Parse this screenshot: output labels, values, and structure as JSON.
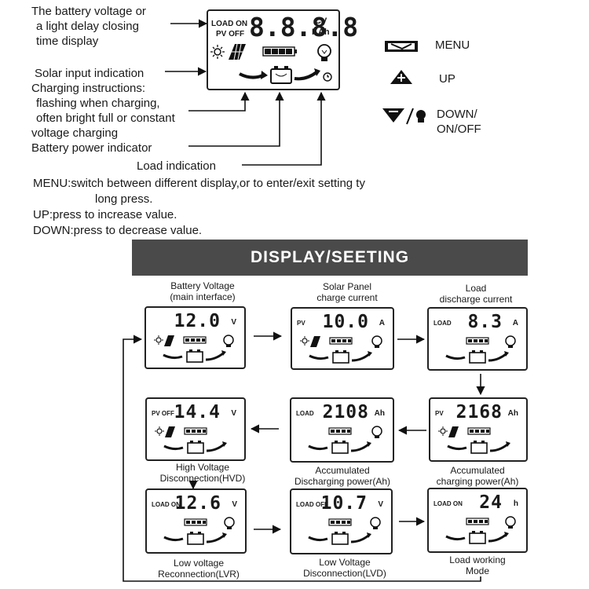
{
  "top_labels": {
    "battery_voltage_display": [
      "The battery voltage or",
      "a light delay closing",
      "time display"
    ],
    "solar_input": [
      "Solar input indication",
      "Charging instructions:",
      "flashing when charging,",
      "often bright full or constant",
      "voltage charging"
    ],
    "battery_power": "Battery power indicator",
    "load_indication": "Load indication"
  },
  "main_lcd": {
    "load_on": "LOAD ON",
    "pv_off": "PV OFF",
    "digits": "8.8.8.8",
    "cv": "CV",
    "kah": "KAh"
  },
  "buttons": [
    {
      "icon": "menu-key-icon",
      "label": "MENU"
    },
    {
      "icon": "up-key-icon",
      "label": "UP"
    },
    {
      "icon": "down-onoff-key-icon",
      "label": "DOWN/\nON/OFF"
    }
  ],
  "instructions": [
    "MENU:switch between different display,or to enter/exit setting ty",
    "long press.",
    "UP:press to increase value.",
    "DOWN:press to decrease value."
  ],
  "banner": "DISPLAY/SEETING",
  "screens": [
    {
      "caption": [
        "Battery Voltage",
        "(main interface)"
      ],
      "tag": "",
      "value": "12.0",
      "unit": "V"
    },
    {
      "caption": [
        "Solar Panel",
        "charge current"
      ],
      "tag": "PV",
      "value": "10.0",
      "unit": "A"
    },
    {
      "caption": [
        "Load",
        "discharge current"
      ],
      "tag": "LOAD",
      "value": "8.3",
      "unit": "A"
    },
    {
      "caption": [
        "Accumulated",
        "charging power(Ah)"
      ],
      "tag": "PV",
      "value": "2168",
      "unit": "Ah"
    },
    {
      "caption": [
        "Accumulated",
        "Discharging power(Ah)"
      ],
      "tag": "LOAD",
      "value": "2108",
      "unit": "Ah"
    },
    {
      "caption": [
        "High Voltage",
        "Disconnection(HVD)"
      ],
      "tag": "PV OFF",
      "value": "14.4",
      "unit": "V"
    },
    {
      "caption": [
        "Low voltage",
        "Reconnection(LVR)"
      ],
      "tag": "LOAD ON",
      "value": "12.6",
      "unit": "V"
    },
    {
      "caption": [
        "Low Voltage",
        "Disconnection(LVD)"
      ],
      "tag": "LOAD OFF",
      "value": "10.7",
      "unit": "V"
    },
    {
      "caption": [
        "Load working",
        "Mode"
      ],
      "tag": "LOAD ON",
      "value": "24",
      "unit": "h"
    }
  ]
}
